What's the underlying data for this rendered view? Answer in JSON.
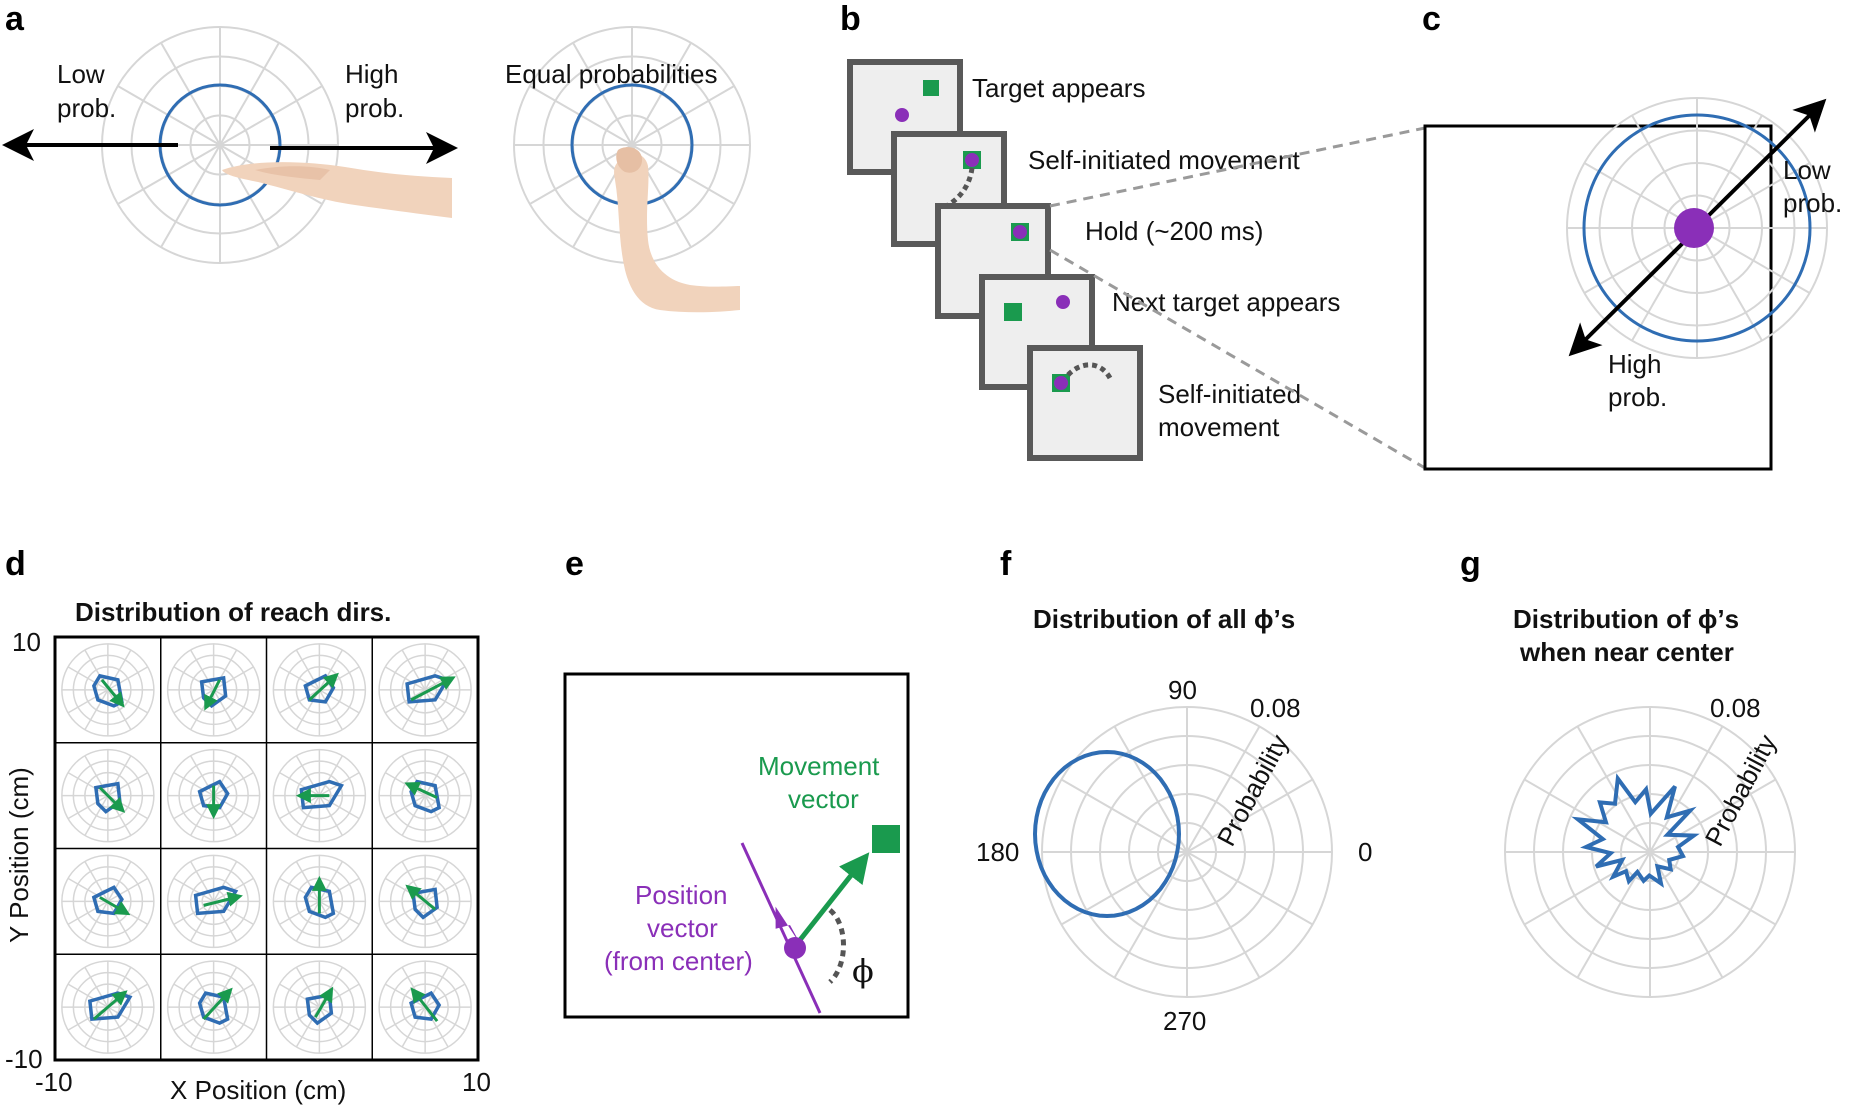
{
  "panels": {
    "a": "a",
    "b": "b",
    "c": "c",
    "d": "d",
    "e": "e",
    "f": "f",
    "g": "g"
  },
  "panel_a": {
    "low_line1": "Low",
    "low_line2": "prob.",
    "high_line1": "High",
    "high_line2": "prob.",
    "equal": "Equal probabilities"
  },
  "panel_b": {
    "steps": [
      "Target appears",
      "Self-initiated movement",
      "Hold (~200 ms)",
      "Next target appears"
    ],
    "last_line1": "Self-initiated",
    "last_line2": "movement"
  },
  "panel_c": {
    "low_line1": "Low",
    "low_line2": "prob.",
    "high_line1": "High",
    "high_line2": "prob."
  },
  "panel_d": {
    "title": "Distribution of reach dirs.",
    "ylabel": "Y Position (cm)",
    "xlabel": "X Position (cm)",
    "ytick_top": "10",
    "ytick_bottom": "-10",
    "xtick_left": "-10",
    "xtick_right": "10"
  },
  "panel_e": {
    "movement_line1": "Movement",
    "movement_line2": "vector",
    "position_line1": "Position",
    "position_line2": "vector",
    "position_line3": "(from center)",
    "phi": "ϕ"
  },
  "panel_f": {
    "title": "Distribution of all ϕ’s",
    "angle_90": "90",
    "angle_180": "180",
    "angle_0": "0",
    "angle_270": "270",
    "rtick": "0.08",
    "rlabel": "Probability"
  },
  "panel_g": {
    "title_line1": "Distribution of ϕ’s",
    "title_line2": "when near center",
    "rtick": "0.08",
    "rlabel": "Probability"
  },
  "colors": {
    "blue": "#2f6db3",
    "green": "#1a9a4e",
    "purple": "#8a2fb8",
    "grid": "#d6d6d6",
    "screen_fill": "#eeeeee",
    "screen_border": "#595959"
  },
  "icons": [
    "arm-image",
    "bent-arm-image",
    "target-square-icon",
    "cursor-dot-icon"
  ]
}
